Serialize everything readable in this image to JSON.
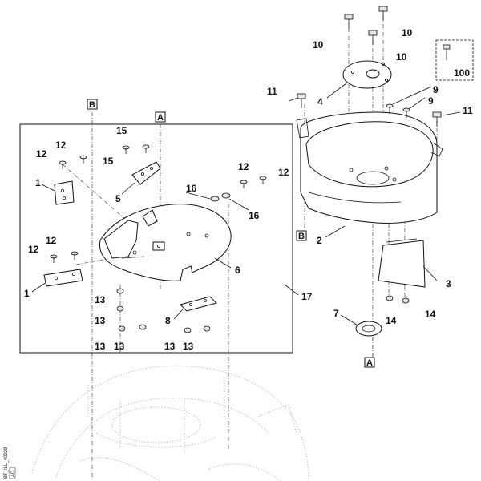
{
  "diagram": {
    "reference_code": "BT_ILL_40228",
    "reference_sub": "AD",
    "box_labels": {
      "a": "A",
      "b": "B"
    },
    "callouts": {
      "c1a": "1",
      "c1b": "1",
      "c2": "2",
      "c3": "3",
      "c4": "4",
      "c5": "5",
      "c6": "6",
      "c7": "7",
      "c8": "8",
      "c9a": "9",
      "c9b": "9",
      "c10a": "10",
      "c10b": "10",
      "c10c": "10",
      "c11a": "11",
      "c11b": "11",
      "c12a": "12",
      "c12b": "12",
      "c12c": "12",
      "c12d": "12",
      "c12e": "12",
      "c12f": "12",
      "c13a": "13",
      "c13b": "13",
      "c13c": "13",
      "c13d": "13",
      "c13e": "13",
      "c14a": "14",
      "c14b": "14",
      "c15a": "15",
      "c15b": "15",
      "c16a": "16",
      "c16b": "16",
      "c17": "17",
      "c100": "100"
    }
  }
}
